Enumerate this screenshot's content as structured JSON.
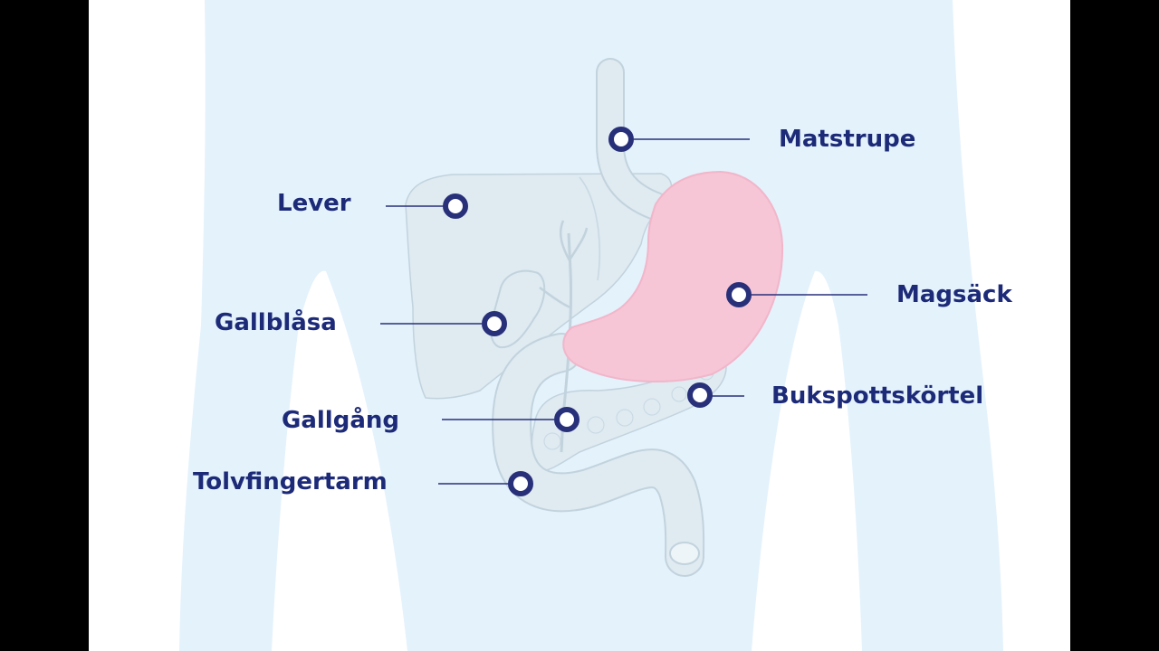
{
  "labels": {
    "matstrupe": "Matstrupe",
    "lever": "Lever",
    "magsack": "Magsäck",
    "gallblasa": "Gallblåsa",
    "bukspottskortel": "Bukspottskörtel",
    "gallgang": "Gallgång",
    "tolvfingertarm": "Tolvfingertarm"
  },
  "highlighted_organ": "Magsäck",
  "colors": {
    "background_bars": "#000000",
    "panel": "#ffffff",
    "body": "#e4f2fc",
    "organ_fill": "#dfeaf1",
    "organ_stroke": "#c2d3dd",
    "stomach_fill": "#f6c5d6",
    "stomach_stroke": "#f1b6ca",
    "marker": "#28307a",
    "label_text": "#1c2a78",
    "leader_line": "#28307a"
  }
}
